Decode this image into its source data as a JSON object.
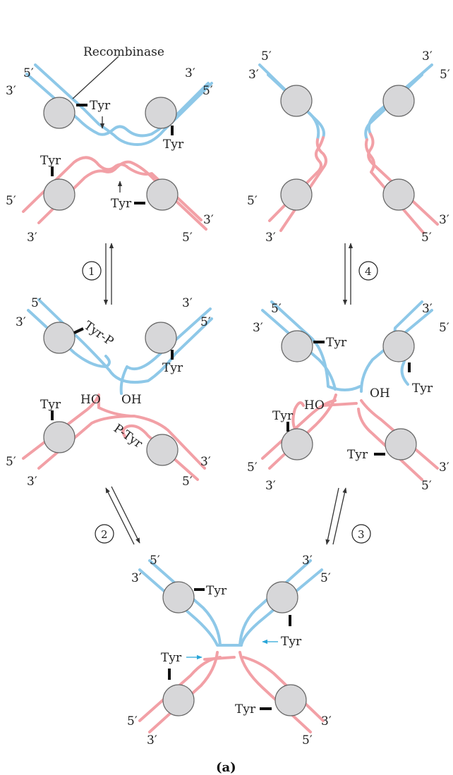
{
  "labels": {
    "recombinase": "Recombinase",
    "tyr": "Tyr",
    "tyr_p": "Tyr-P",
    "p_tyr": "P-Tyr",
    "five_prime": "5′",
    "three_prime": "3′",
    "ho": "HO",
    "oh": "OH"
  },
  "steps": [
    "1",
    "2",
    "3",
    "4"
  ],
  "caption": "(a)",
  "colors": {
    "blue_strand": "#8ec8e8",
    "red_strand": "#f2a0a6",
    "protein": "#d7d7d9"
  }
}
